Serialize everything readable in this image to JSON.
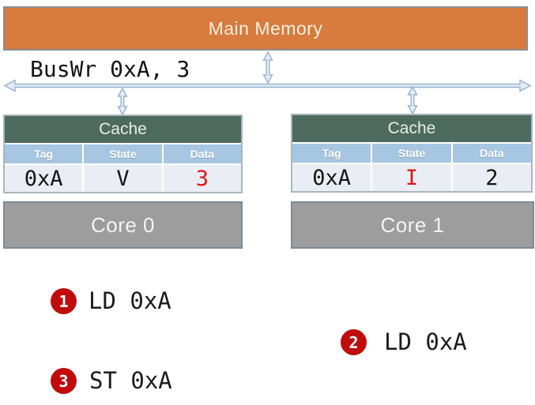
{
  "memory": {
    "label": "Main Memory"
  },
  "bus": {
    "label": "BusWr 0xA, 3"
  },
  "caches": [
    {
      "title": "Cache",
      "columns": [
        "Tag",
        "State",
        "Data"
      ],
      "row": [
        "0xA",
        "V",
        "3"
      ],
      "highlighted_cell": "Data"
    },
    {
      "title": "Cache",
      "columns": [
        "Tag",
        "State",
        "Data"
      ],
      "row": [
        "0xA",
        "I",
        "2"
      ],
      "highlighted_cell": "State"
    }
  ],
  "cores": [
    {
      "label": "Core 0"
    },
    {
      "label": "Core 1"
    }
  ],
  "events": [
    {
      "number": "1",
      "label": "LD 0xA"
    },
    {
      "number": "2",
      "label": "LD 0xA"
    },
    {
      "number": "3",
      "label": "ST 0xA"
    }
  ],
  "colors": {
    "memory_fill": "#d87b3e",
    "memory_border": "#8c8c8c",
    "cache_header_fill": "#4d6a5f",
    "table_header_fill": "#a7c6e1",
    "table_row_fill": "#eaeef4",
    "core_fill": "#9d9d9d",
    "core_border": "#7a8b9b",
    "highlight_red": "#de1414",
    "badge_red": "#c00c0c",
    "arrow_blue": "#97b2cd"
  }
}
